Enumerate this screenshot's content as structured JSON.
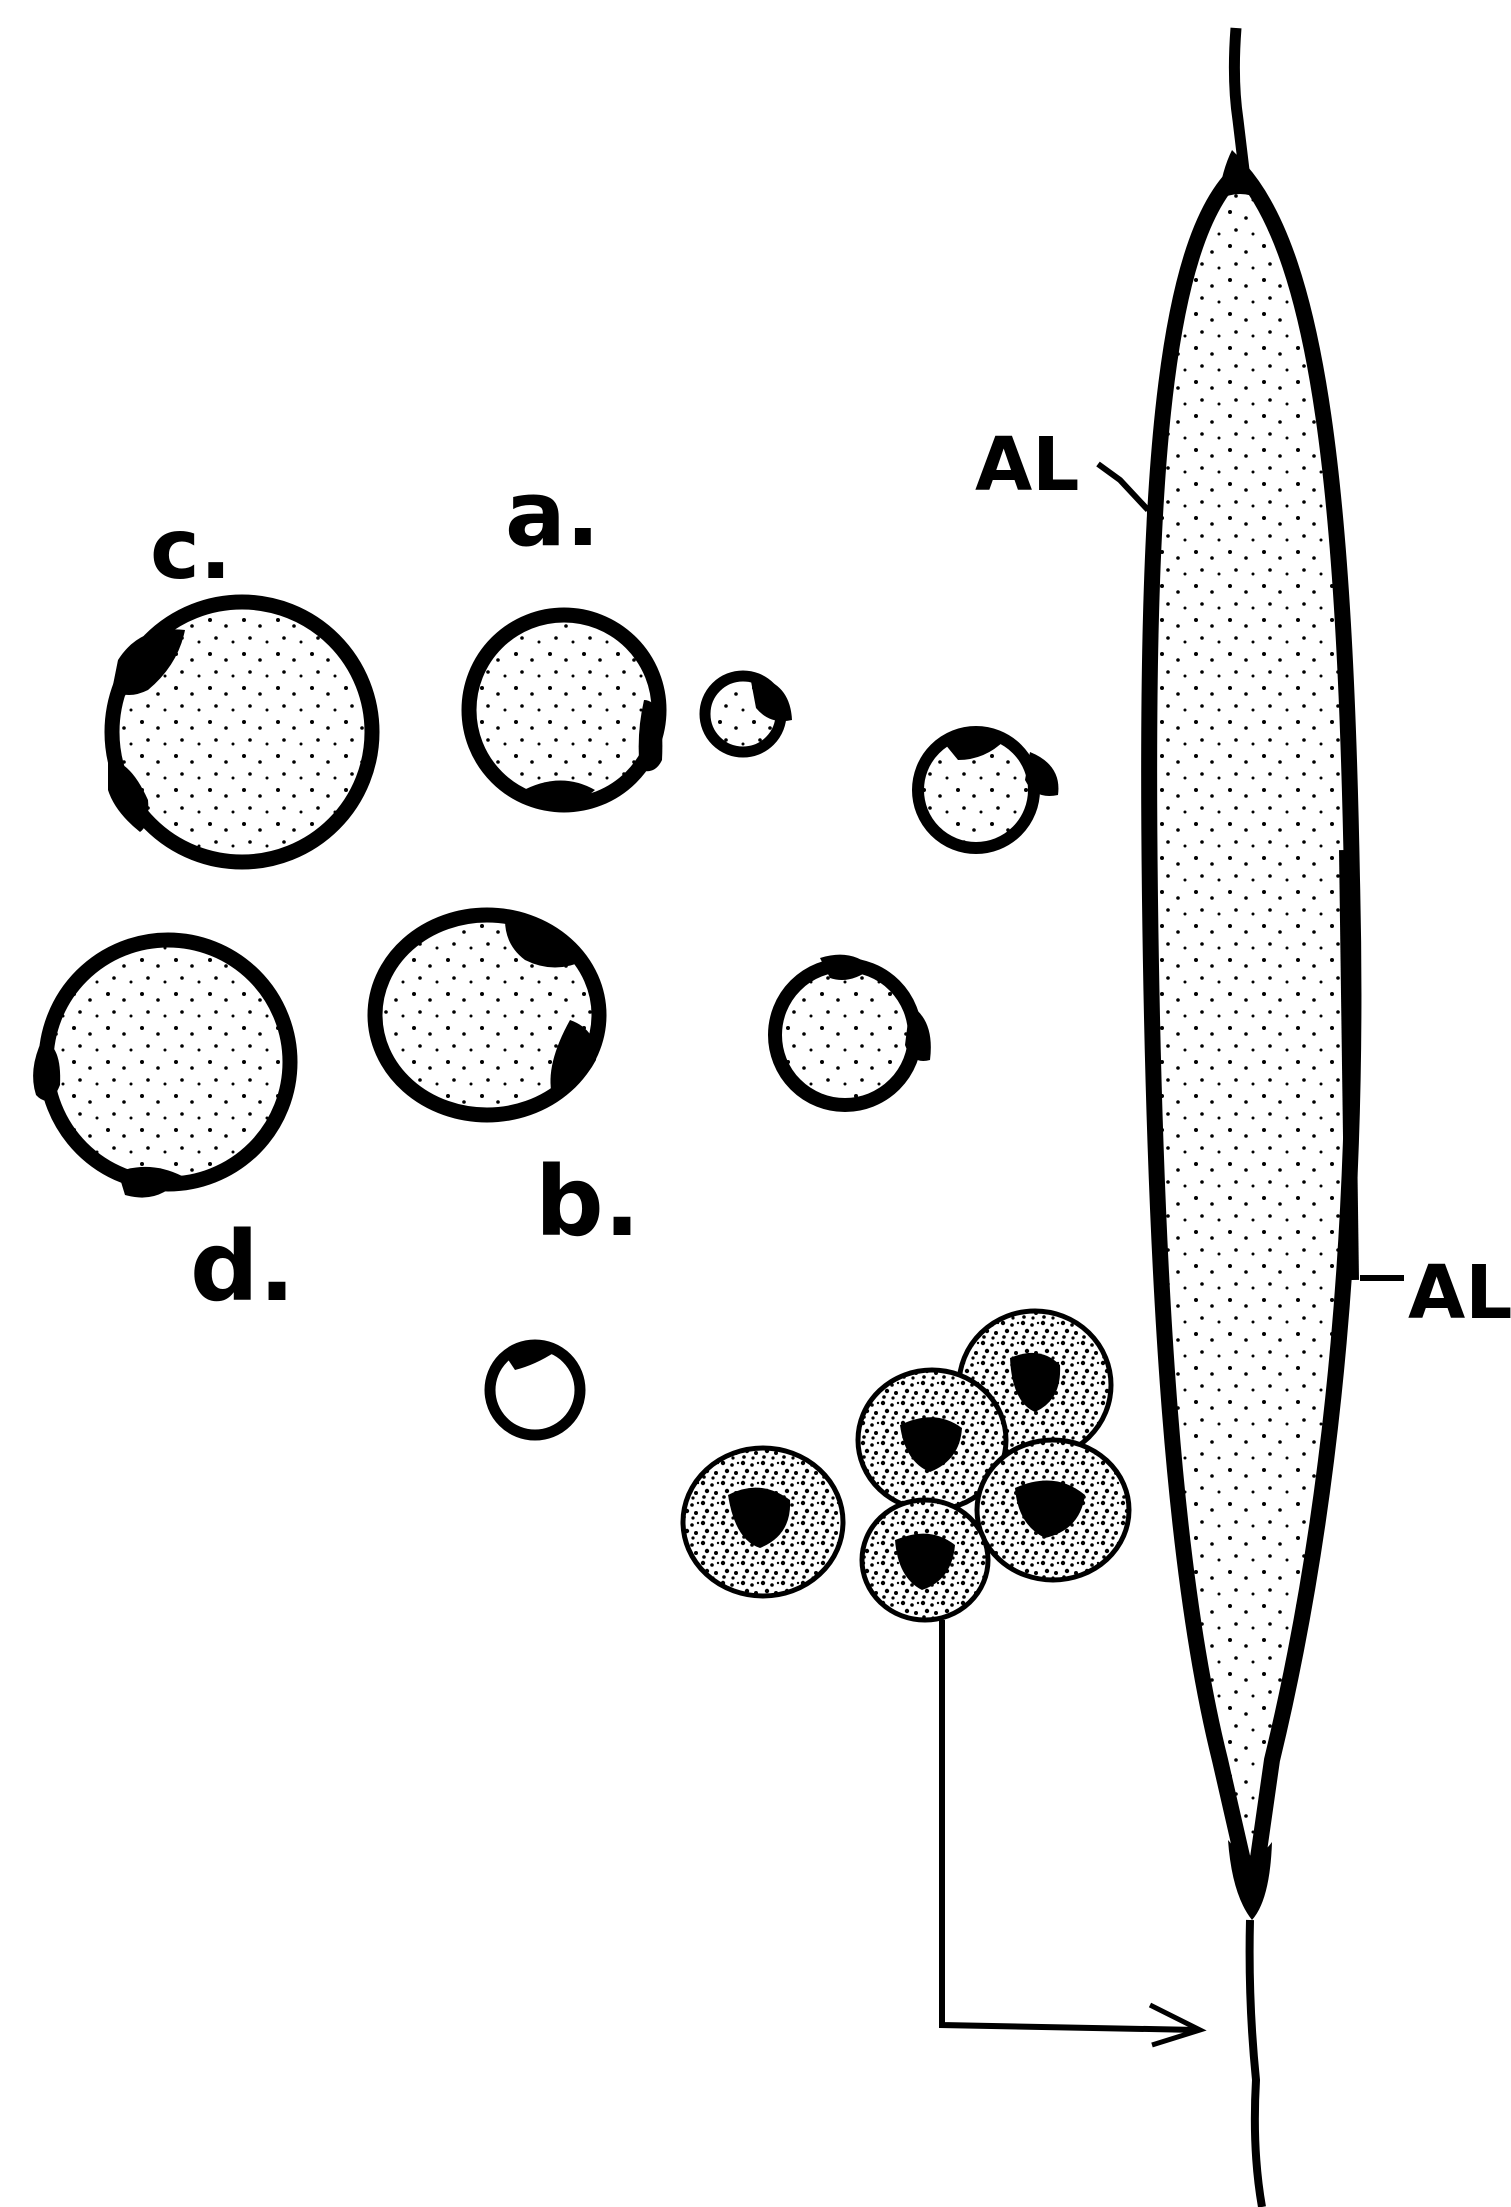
{
  "labels": {
    "a": "a.",
    "b": "b.",
    "c": "c.",
    "d": "d.",
    "al_top": "AL",
    "al_right": "AL"
  },
  "colors": {
    "ink": "#000000",
    "paper": "#ffffff"
  }
}
